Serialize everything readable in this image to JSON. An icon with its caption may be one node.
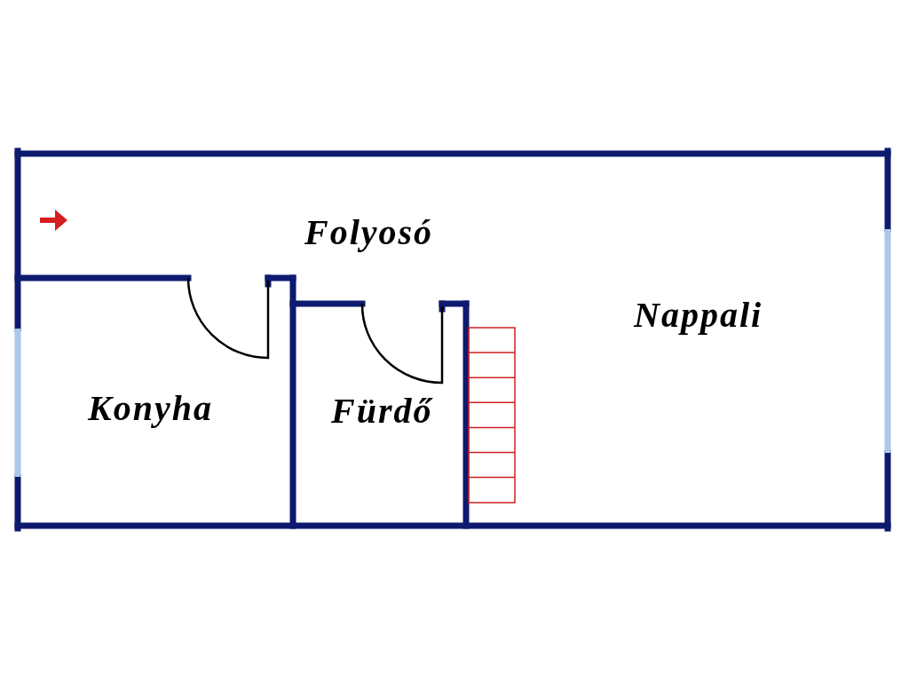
{
  "diagram": {
    "labels": [
      "Folyosó",
      "Nappali",
      "Konyha",
      "Fürdő"
    ]
  }
}
